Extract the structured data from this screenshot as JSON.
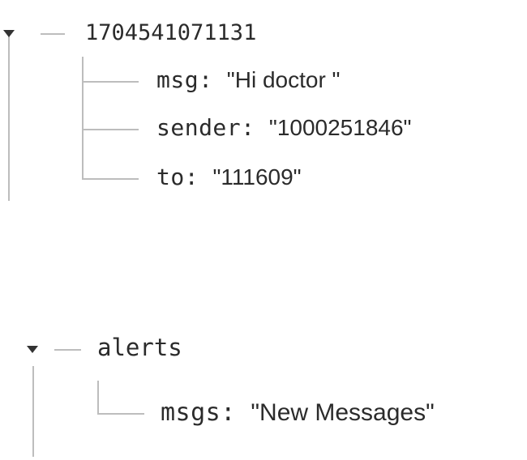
{
  "tree": {
    "node1": {
      "key": "1704541071131",
      "children": [
        {
          "key": "msg",
          "value": "\"Hi doctor \""
        },
        {
          "key": "sender",
          "value": "\"1000251846\""
        },
        {
          "key": "to",
          "value": "\"111609\""
        }
      ]
    },
    "node2": {
      "key": "alerts",
      "children": [
        {
          "key": "msgs",
          "value": "\"New Messages\""
        }
      ]
    }
  },
  "icons": {
    "expand_caret": "caret-down-icon"
  },
  "colors": {
    "text": "#2b2b2b",
    "tree_line": "#bdbdbd",
    "caret": "#333333"
  }
}
